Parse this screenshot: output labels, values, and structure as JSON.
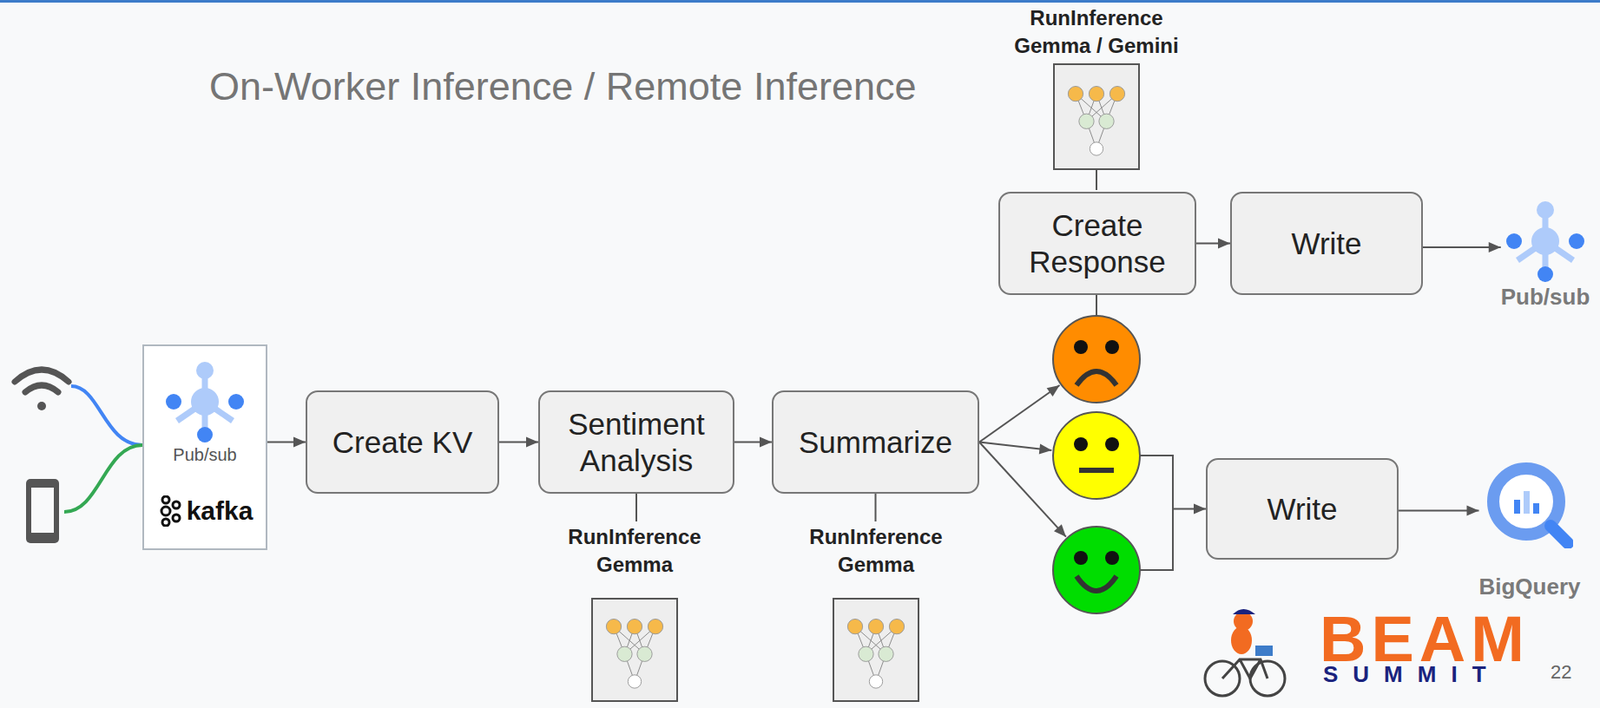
{
  "diagram": {
    "title": "On-Worker Inference / Remote Inference",
    "nodes": [
      {
        "text": [
          "Pub/sub",
          "kafka"
        ]
      },
      {
        "text": [
          "Create KV"
        ]
      },
      {
        "text": [
          "Sentiment Analysis"
        ]
      },
      {
        "text": [
          "RunInference Gemma"
        ]
      },
      {
        "text": [
          "Summarize"
        ]
      },
      {
        "text": [
          "RunInference Gemma"
        ]
      },
      {
        "text": [
          "RunInference Gemma / Gemini"
        ]
      },
      {
        "text": [
          "Create Response"
        ]
      },
      {
        "text": [
          "Write"
        ]
      },
      {
        "text": [
          "Pub/sub"
        ]
      },
      {
        "text": [
          "Write"
        ]
      },
      {
        "text": [
          "BigQuery"
        ]
      }
    ],
    "edges": [
      {
        "from": 0,
        "to": 1,
        "arrow": "to"
      },
      {
        "from": 1,
        "to": 2,
        "arrow": "to"
      },
      {
        "from": 2,
        "to": 3,
        "arrow": "none"
      },
      {
        "from": 2,
        "to": 4,
        "arrow": "to"
      },
      {
        "from": 4,
        "to": 5,
        "arrow": "none"
      },
      {
        "from": 4,
        "to": 7,
        "arrow": "to"
      },
      {
        "from": 6,
        "to": 7,
        "arrow": "none"
      },
      {
        "from": 7,
        "to": 8,
        "arrow": "to"
      },
      {
        "from": 8,
        "to": 9,
        "arrow": "to"
      },
      {
        "from": 4,
        "to": 10,
        "arrow": "to"
      },
      {
        "from": 10,
        "to": 11,
        "arrow": "to"
      }
    ],
    "labels": [
      "BEAM",
      "SUMMIT",
      "22"
    ]
  }
}
